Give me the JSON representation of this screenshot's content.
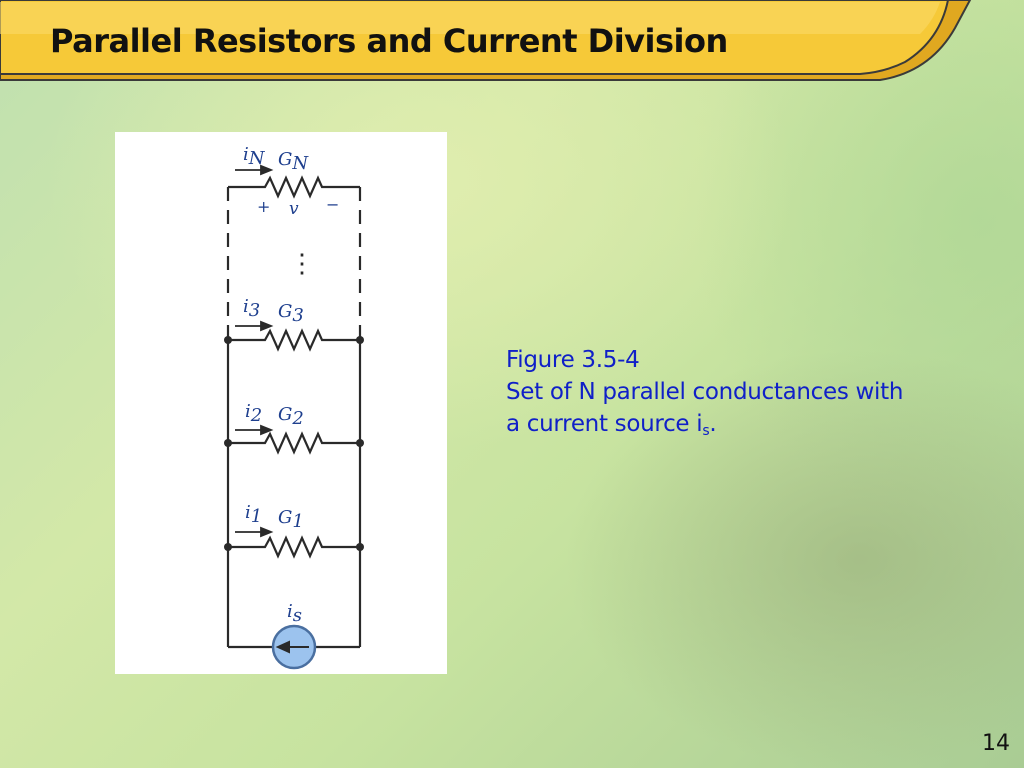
{
  "slide": {
    "title": "Parallel Resistors and Current Division",
    "page_number": "14"
  },
  "caption": {
    "figure_label": "Figure 3.5-4",
    "line1": "Set of N parallel conductances with",
    "line2_prefix": "a current source i",
    "line2_subscript": "s",
    "line2_suffix": "."
  },
  "diagram": {
    "branch_N": {
      "current": "i",
      "current_sub": "N",
      "conductance": "G",
      "conductance_sub": "N"
    },
    "voltage": {
      "plus": "+",
      "symbol": "v",
      "minus": "−"
    },
    "ellipsis": "⋮",
    "branch_3": {
      "current": "i",
      "current_sub": "3",
      "conductance": "G",
      "conductance_sub": "3"
    },
    "branch_2": {
      "current": "i",
      "current_sub": "2",
      "conductance": "G",
      "conductance_sub": "2"
    },
    "branch_1": {
      "current": "i",
      "current_sub": "1",
      "conductance": "G",
      "conductance_sub": "1"
    },
    "source": {
      "current": "i",
      "current_sub": "s"
    }
  },
  "colors": {
    "banner_fill": "#f6c938",
    "banner_edge": "#3a3a3a",
    "caption_text": "#1020c8",
    "circuit_line": "#2a2a2a",
    "label_blue": "#1e3f8e",
    "source_fill": "#9cc3ee"
  }
}
